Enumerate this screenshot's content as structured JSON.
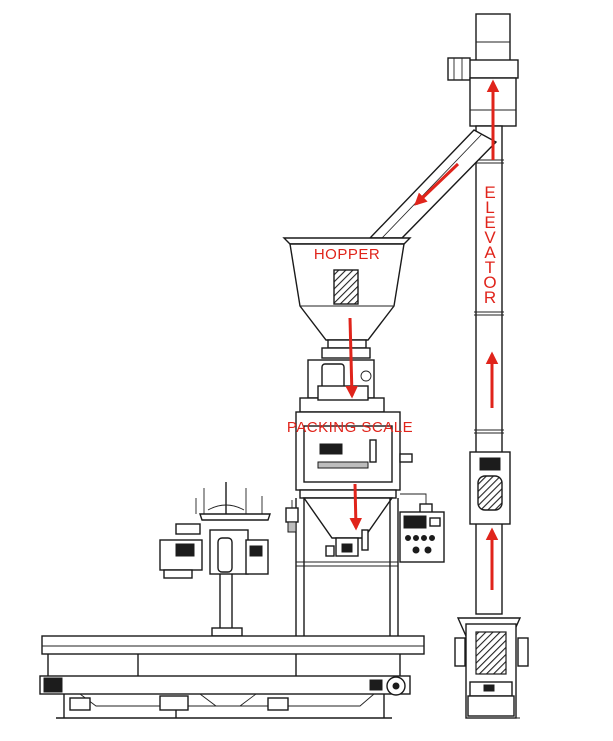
{
  "labels": {
    "hopper": "HOPPER",
    "packing_scale": "PACKING SCALE",
    "elevator_letters": [
      "E",
      "L",
      "E",
      "V",
      "A",
      "T",
      "O",
      "R"
    ]
  },
  "colors": {
    "flow_arrow": "#e0241b",
    "label_text": "#e0241b",
    "line_art": "#1a1a1a"
  },
  "icons": {
    "flow_arrow": "red-arrow-icon"
  }
}
